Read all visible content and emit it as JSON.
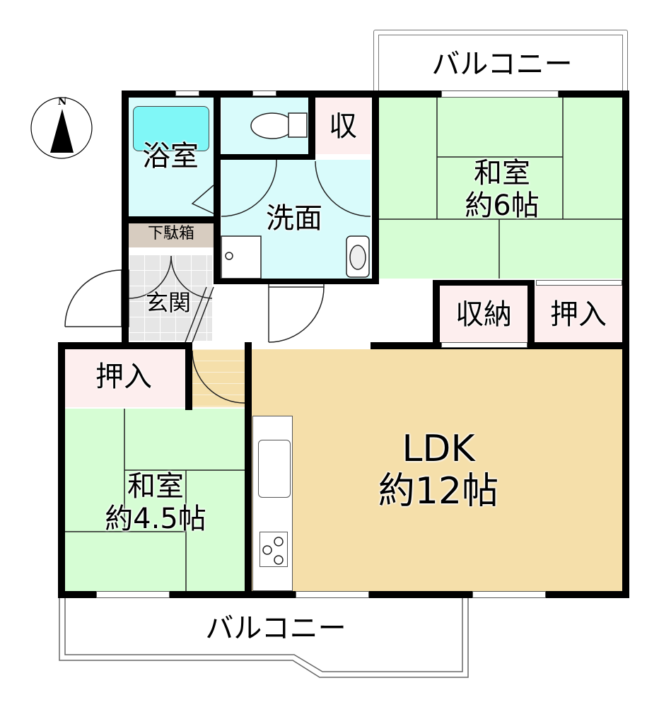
{
  "compass": {
    "label": "N"
  },
  "rooms": {
    "bath": {
      "label": "浴室",
      "color": "#d9fbfb"
    },
    "bathtub": {
      "color": "#80f7f7"
    },
    "toilet": {
      "color": "#d9fbfb"
    },
    "storage_small": {
      "label": "収",
      "color": "#fdeeee"
    },
    "washroom": {
      "label": "洗面",
      "color": "#d9fbfb"
    },
    "shoe_cabinet": {
      "label": "下駄箱",
      "color": "#d7ccc0"
    },
    "entrance": {
      "label": "玄関",
      "color": "#e6e6e6"
    },
    "washitsu_6": {
      "label_line1": "和室",
      "label_line2": "約6帖",
      "color": "#d6fdd4"
    },
    "storage": {
      "label": "収納",
      "color": "#fdeeee"
    },
    "closet_right": {
      "label": "押入",
      "color": "#fdeeee"
    },
    "closet_left": {
      "label": "押入",
      "color": "#fdeeee"
    },
    "washitsu_45": {
      "label_line1": "和室",
      "label_line2": "約4.5帖",
      "color": "#d6fdd4"
    },
    "ldk": {
      "label_line1": "LDK",
      "label_line2": "約12帖",
      "color": "#f5dfaa"
    }
  },
  "balconies": {
    "top": {
      "label": "バルコニー"
    },
    "bottom": {
      "label": "バルコニー"
    }
  }
}
